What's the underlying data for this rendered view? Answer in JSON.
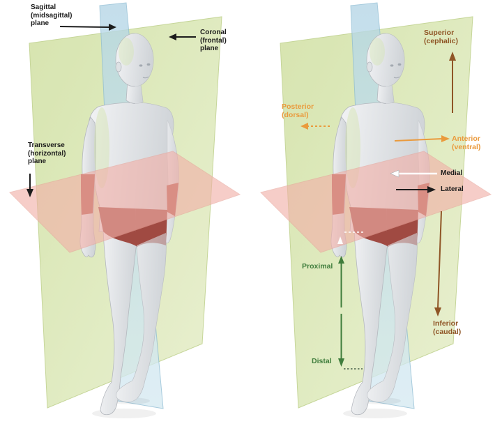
{
  "figure_planes": {
    "labels": {
      "sagittal": "Sagittal\n(midsagittal)\nplane",
      "coronal": "Coronal\n(frontal)\nplane",
      "transverse": "Transverse\n(horizontal)\nplane"
    }
  },
  "figure_directions": {
    "labels": {
      "superior": "Superior\n(cephalic)",
      "inferior": "Inferior\n(caudal)",
      "posterior": "Posterior\n(dorsal)",
      "anterior": "Anterior\n(ventral)",
      "medial": "Medial",
      "lateral": "Lateral",
      "proximal": "Proximal",
      "distal": "Distal"
    }
  },
  "colors": {
    "coronal_green": "#d5e3ab",
    "coronal_green_light": "#e8f0cf",
    "sagittal_blue": "#b4d6e6",
    "sagittal_blue_light": "#d6eaf2",
    "transverse_pink": "#f2b0a8",
    "body_gray": "#f2f3f5",
    "body_gray_dark": "#d0d4d8",
    "body_blue": "#66a8d4",
    "shorts_red": "#a04a42",
    "forearm_red": "#b2574a",
    "label_black": "#1c1c1c",
    "label_brown": "#8f5526",
    "label_orange": "#ea9a3c",
    "label_green": "#3f7d3c",
    "arrow_white": "#ffffff"
  }
}
